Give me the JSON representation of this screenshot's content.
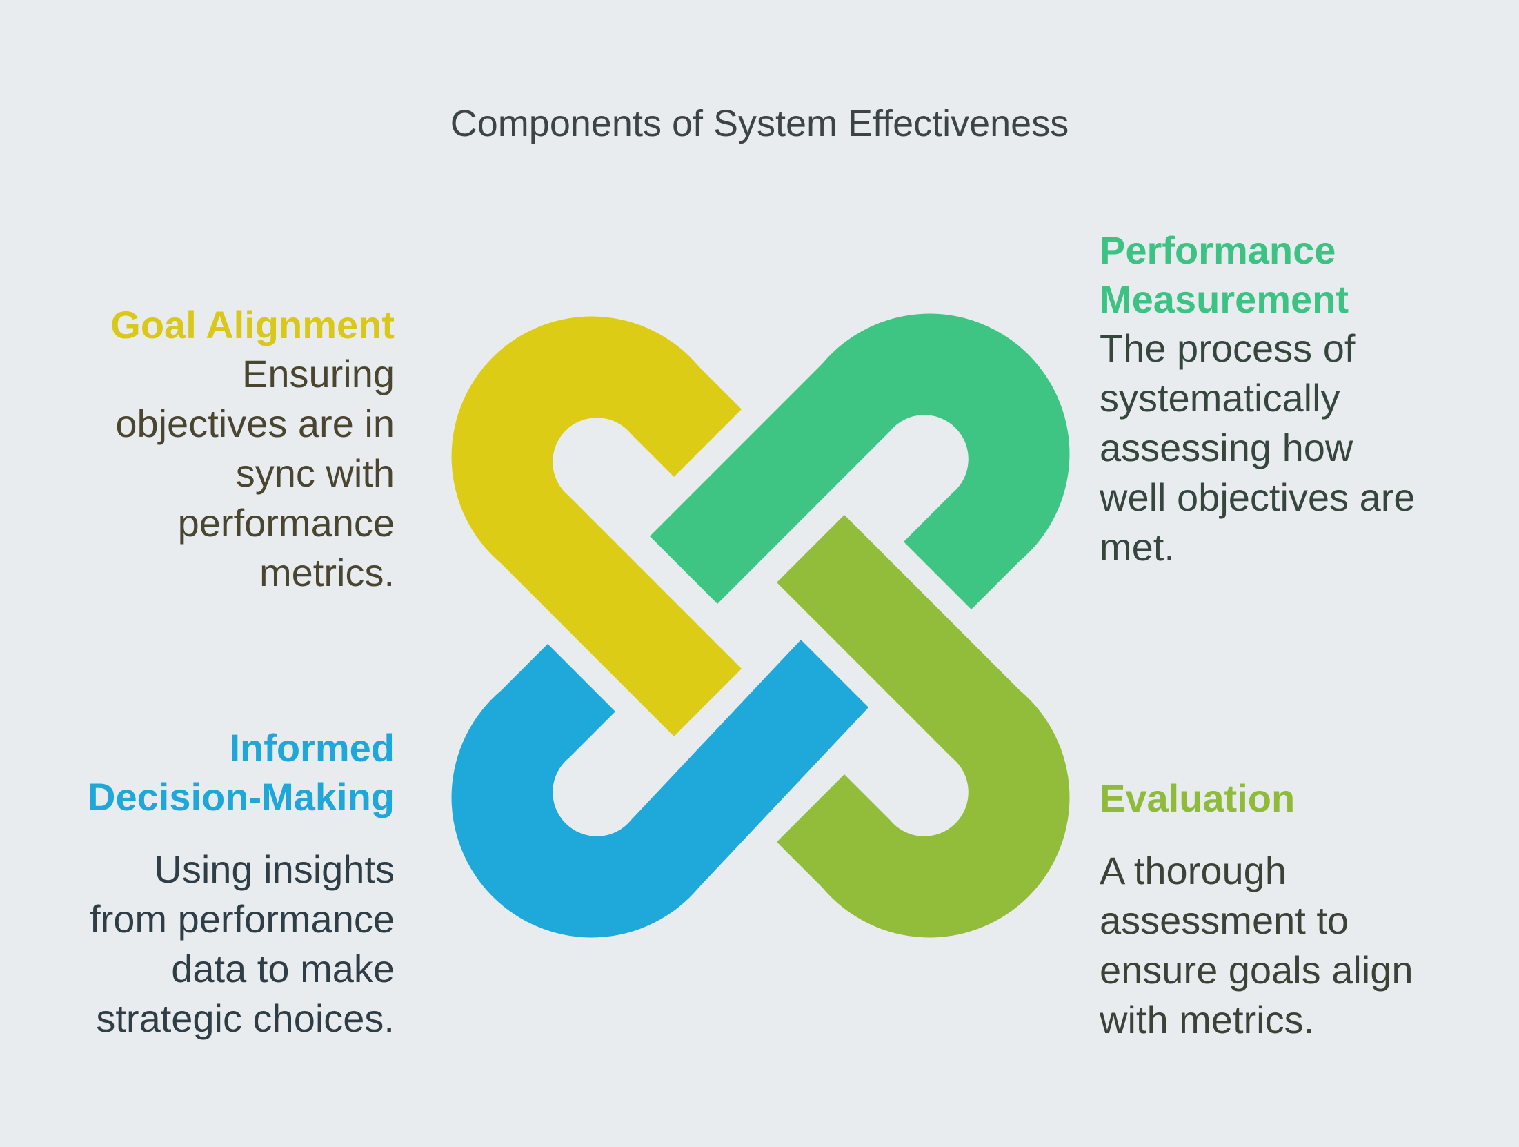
{
  "title": "Components of System Effectiveness",
  "components": {
    "goal_alignment": {
      "heading": "Goal Alignment",
      "lines": [
        "Ensuring",
        "objectives are in",
        "sync with",
        "performance",
        "metrics."
      ],
      "color": "#dccc16"
    },
    "performance_measurement": {
      "heading_lines": [
        "Performance",
        "Measurement"
      ],
      "lines": [
        "The process of",
        "systematically",
        "assessing how",
        "well objectives are",
        "met."
      ],
      "color": "#3ec583"
    },
    "informed_decision_making": {
      "heading_lines": [
        "Informed",
        "Decision-Making"
      ],
      "lines": [
        "Using insights",
        "from performance",
        "data to make",
        "strategic choices."
      ],
      "color": "#1fa9da"
    },
    "evaluation": {
      "heading": "Evaluation",
      "lines": [
        "A thorough",
        "assessment to",
        "ensure goals align",
        "with metrics."
      ],
      "color": "#92bd3a"
    }
  }
}
